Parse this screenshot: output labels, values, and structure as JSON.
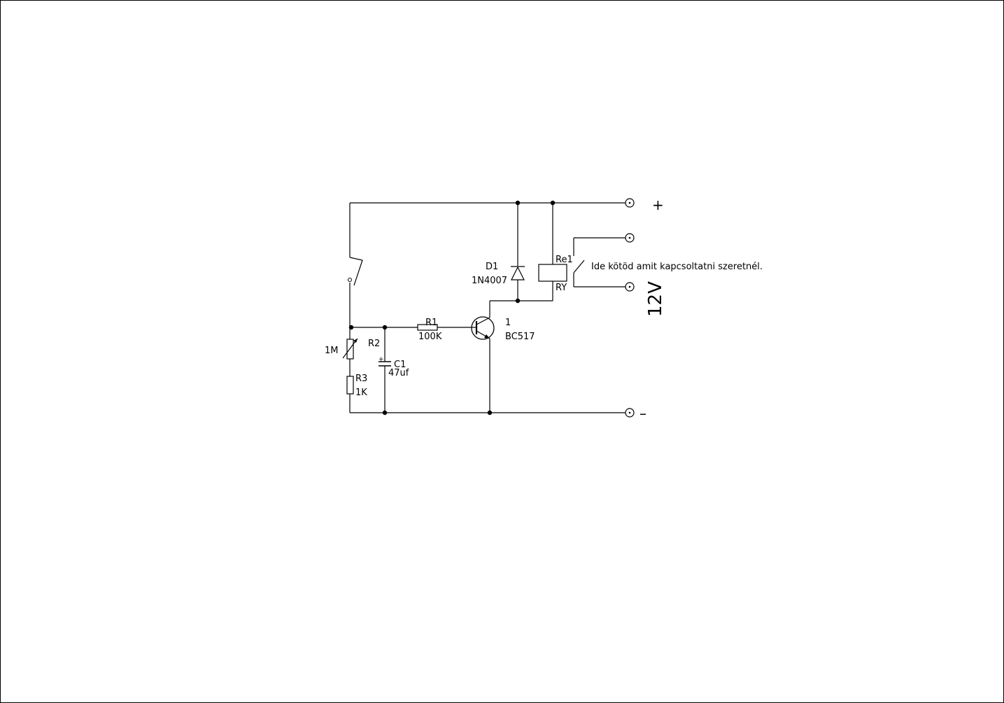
{
  "labels": {
    "d1_ref": "D1",
    "d1_value": "1N4007",
    "re1_ref": "Re1",
    "re1_type": "RY",
    "note": "Ide kötöd amit kapcsoltatni szeretnél.",
    "plus": "+",
    "minus": "–",
    "voltage": "12V",
    "r1_ref": "R1",
    "r1_value": "100K",
    "t1_ref": "1",
    "t1_value": "BC517",
    "pot_value": "1M",
    "r2_ref": "R2",
    "c1_ref": "C1",
    "c1_value": "47uf",
    "c1_polarity": "+",
    "r3_ref": "R3",
    "r3_value": "1K"
  }
}
